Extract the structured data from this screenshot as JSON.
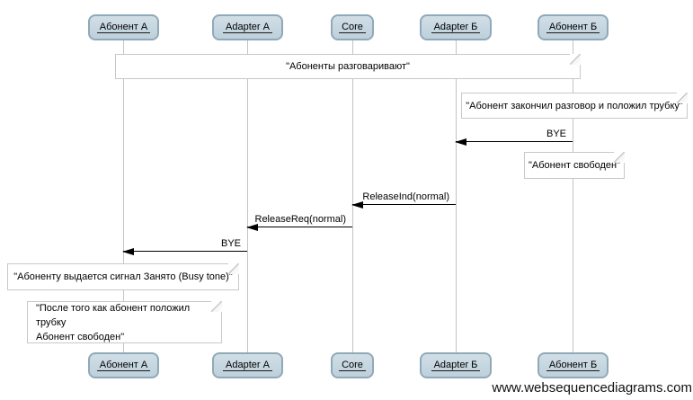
{
  "diagram": {
    "type": "sequence-diagram",
    "actors": [
      {
        "label": "Абонент А"
      },
      {
        "label": "Adapter А"
      },
      {
        "label": "Core"
      },
      {
        "label": "Adapter Б"
      },
      {
        "label": "Абонент Б"
      }
    ],
    "notes": {
      "subscribers_talking": "\"Абоненты разговаривают\"",
      "call_ended": "\"Абонент закончил разговор и положил трубку\"",
      "subscriber_b_free": "\"Абонент свободен\"",
      "busy_tone": "\"Абоненту выдается сигнал Занято (Busy tone)\"",
      "after_hangup_free": "\"После того как абонент положил трубку\nАбонент свободен\""
    },
    "messages": [
      {
        "label": "BYE",
        "from": "Абонент Б",
        "to": "Adapter Б"
      },
      {
        "label": "ReleaseInd(normal)",
        "from": "Adapter Б",
        "to": "Core"
      },
      {
        "label": "ReleaseReq(normal)",
        "from": "Core",
        "to": "Adapter А"
      },
      {
        "label": "BYE",
        "from": "Adapter А",
        "to": "Абонент А"
      }
    ],
    "watermark": "www.websequencediagrams.com",
    "colors": {
      "actor_fill": "#c5d5df",
      "actor_border": "#90a9b8",
      "note_border": "#c8c8c8",
      "note_fill": "#ffffff",
      "lifeline": "#c4c4c4",
      "arrow": "#000000"
    }
  }
}
